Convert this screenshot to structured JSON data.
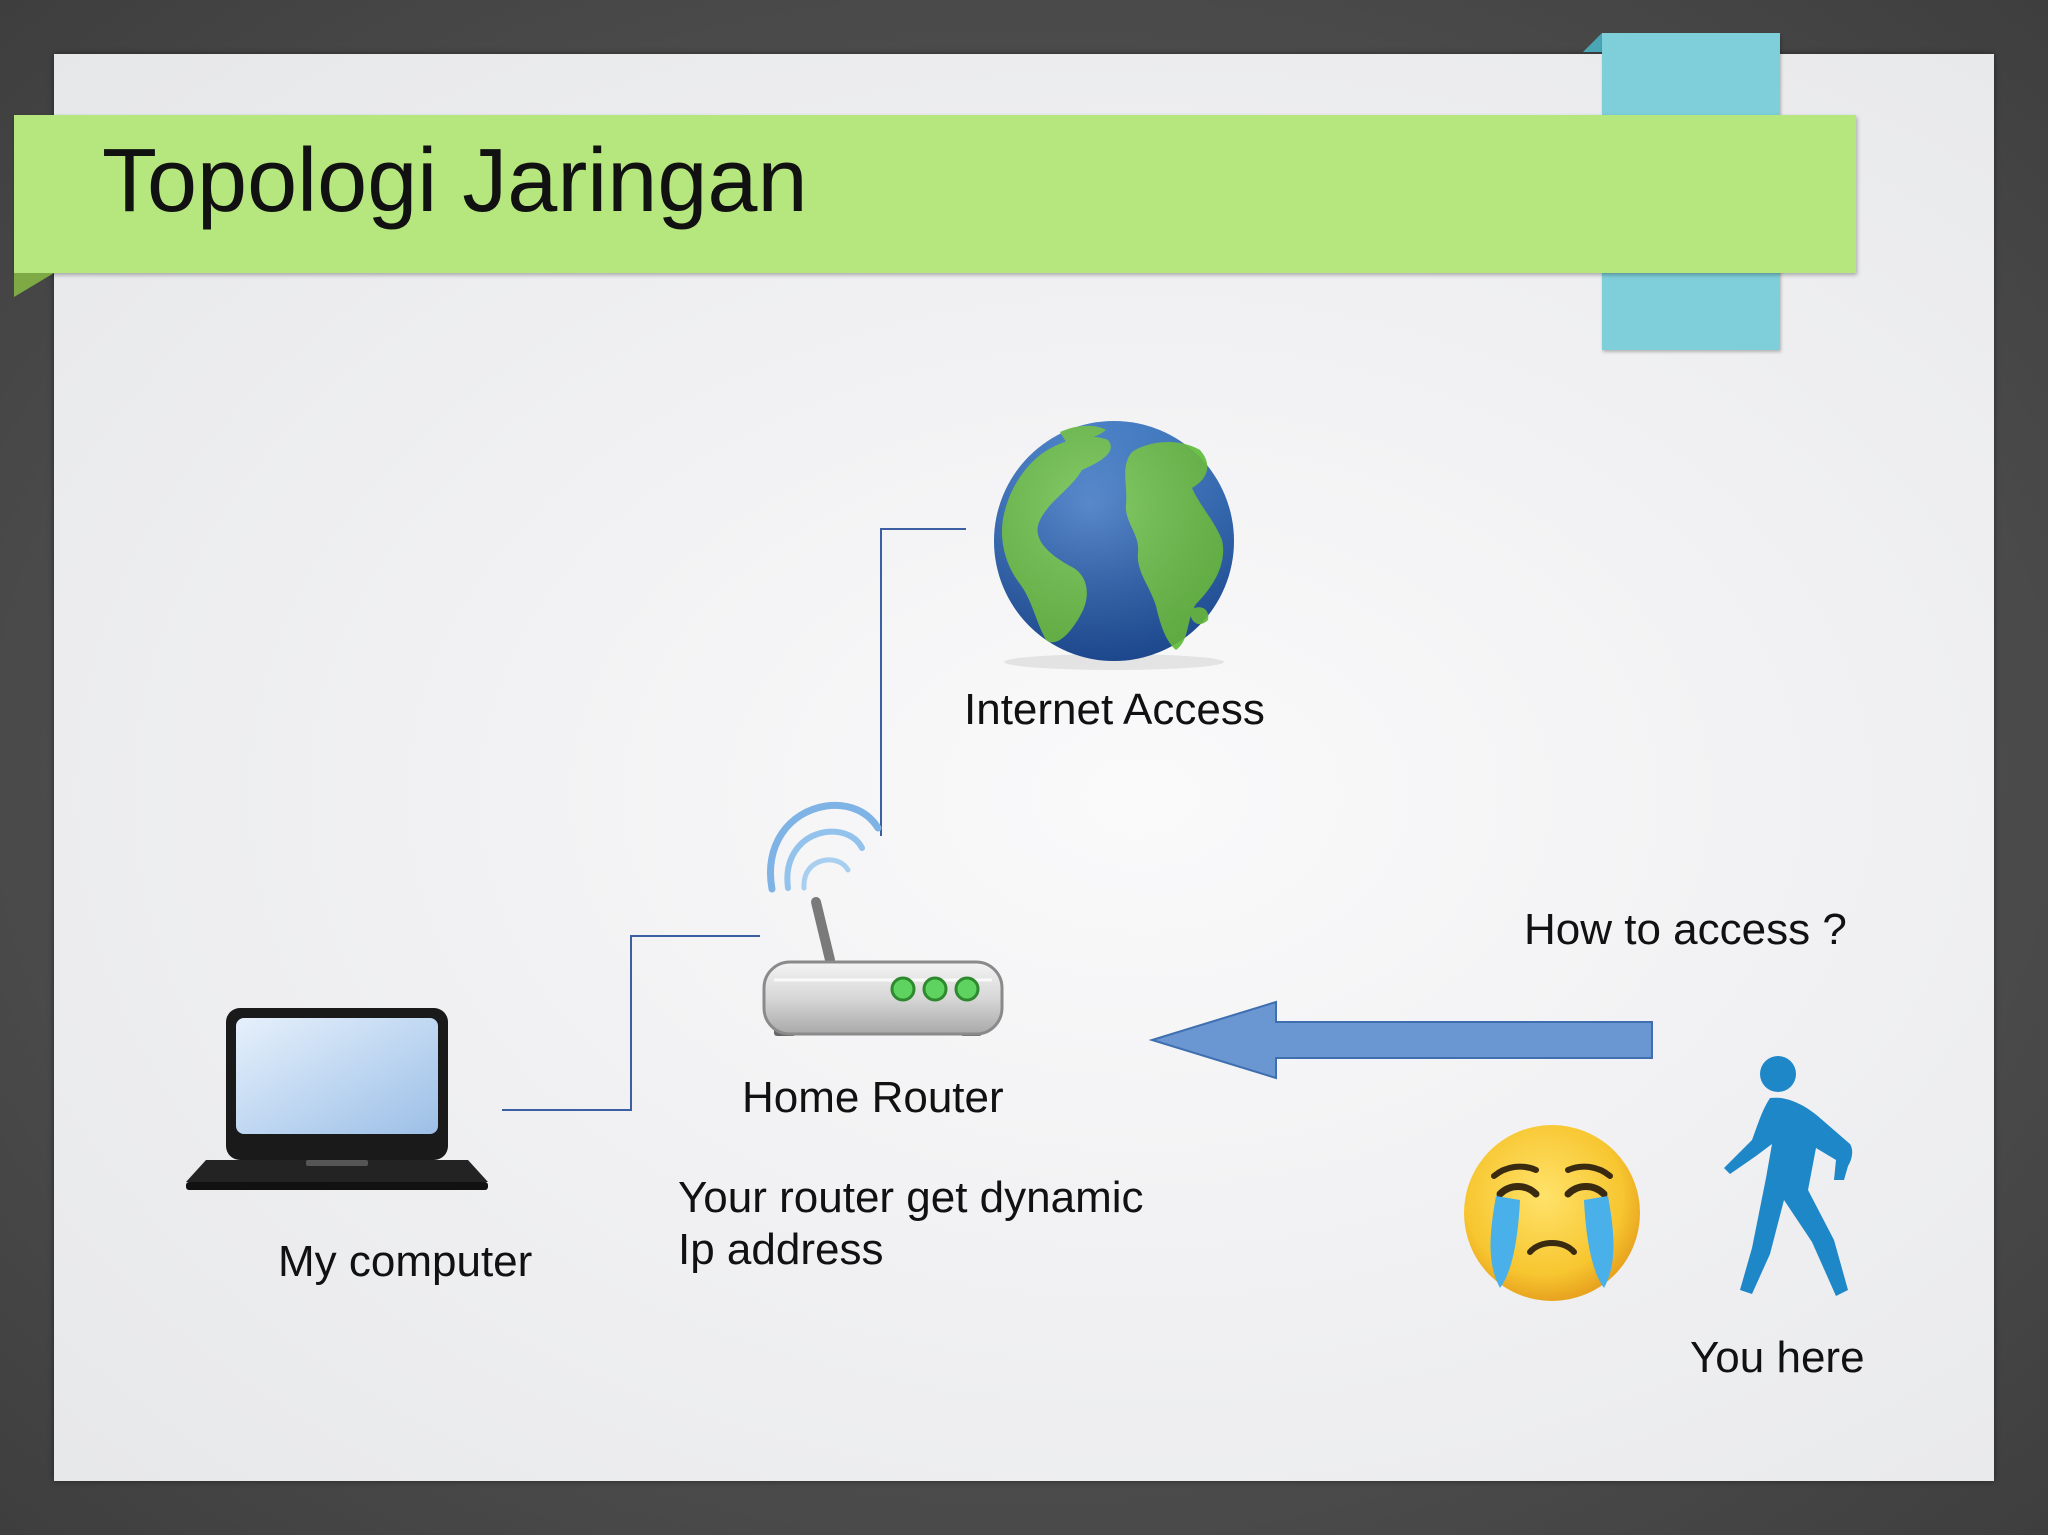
{
  "slide": {
    "title": "Topologi Jaringan"
  },
  "diagram": {
    "internet_label": "Internet Access",
    "router_label": "Home Router",
    "router_note_line1": "Your router get dynamic",
    "router_note_line2": "Ip address",
    "computer_label": "My computer",
    "question_label": "How to access ?",
    "person_label": "You here"
  },
  "colors": {
    "title_bar": "#b6e67e",
    "accent_tab": "#7fcfdb",
    "connector": "#3b5fa0",
    "arrow": "#6a97d2",
    "person": "#1e87c8"
  },
  "icons": [
    "globe-icon",
    "router-icon",
    "laptop-icon",
    "crying-face-icon",
    "walking-person-icon",
    "arrow-left-icon"
  ]
}
